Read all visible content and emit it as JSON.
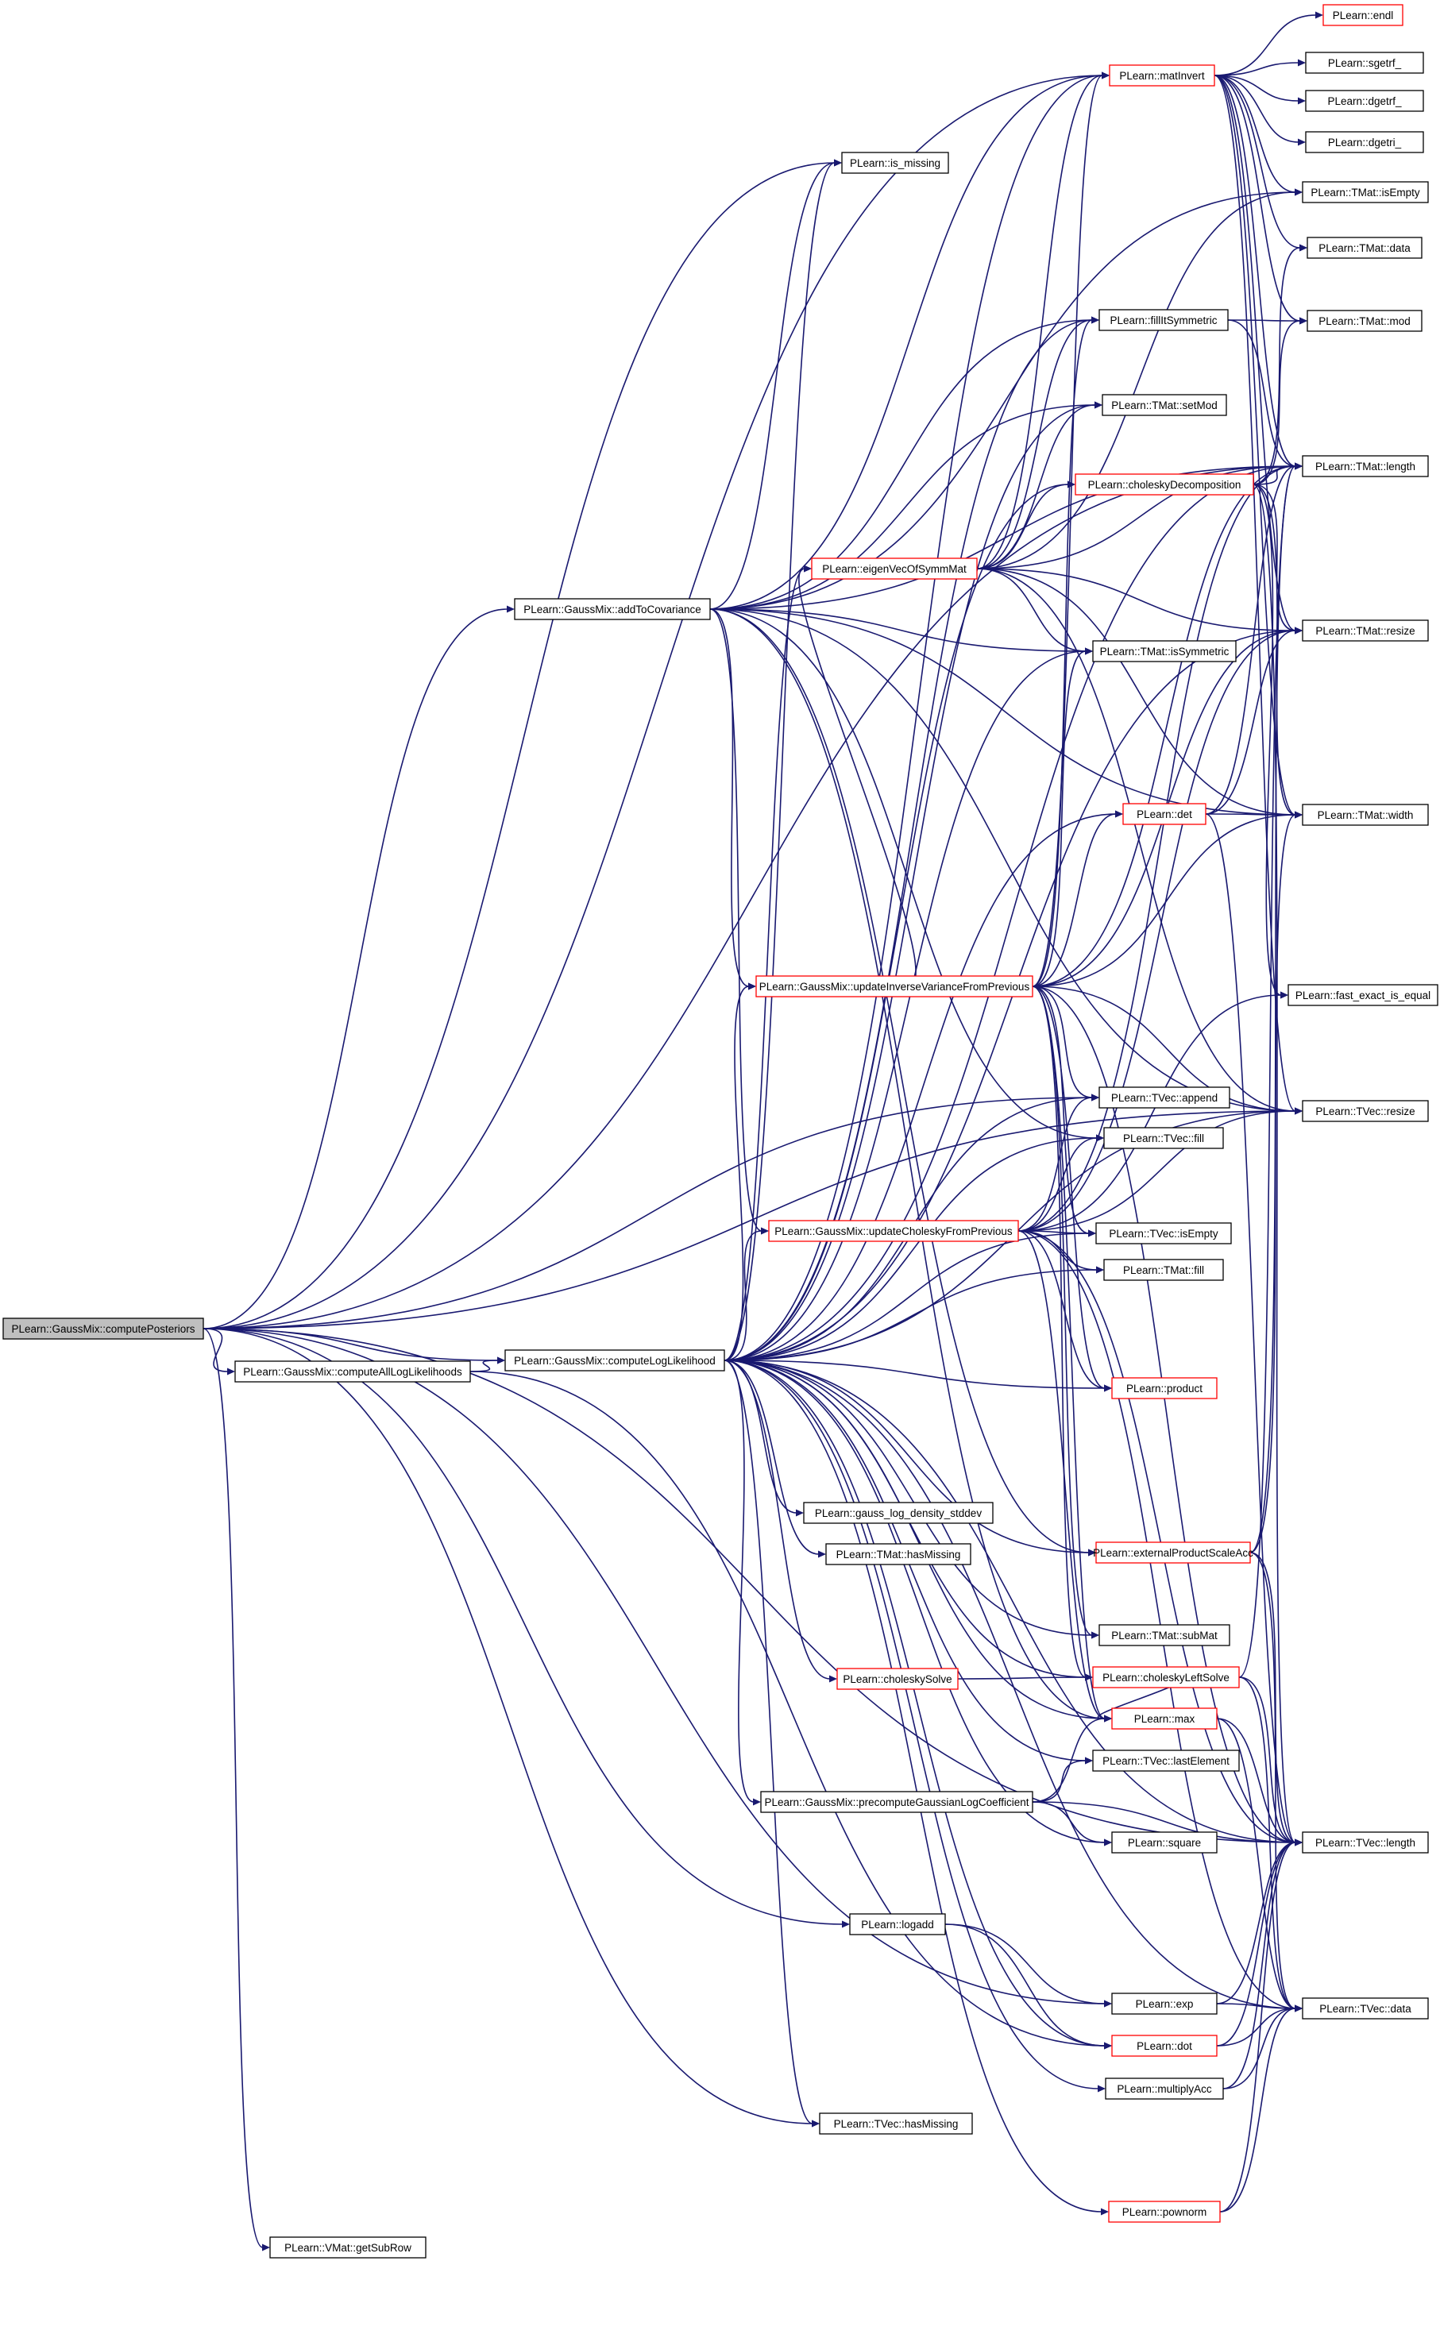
{
  "graph": {
    "root": "n_root",
    "colors": {
      "edge": "#191970",
      "border_normal": "#000000",
      "border_red": "#ff0000",
      "root_fill": "#bfbfbf"
    },
    "nodes": [
      {
        "id": "n_root",
        "label": "PLearn::GaussMix::computePosteriors",
        "style": "root"
      },
      {
        "id": "n_addcov",
        "label": "PLearn::GaussMix::addToCovariance",
        "style": "normal"
      },
      {
        "id": "n_allll",
        "label": "PLearn::GaussMix::computeAllLogLikelihoods",
        "style": "normal"
      },
      {
        "id": "n_loglik",
        "label": "PLearn::GaussMix::computeLogLikelihood",
        "style": "normal"
      },
      {
        "id": "n_endl",
        "label": "PLearn::endl",
        "style": "red"
      },
      {
        "id": "n_matinv",
        "label": "PLearn::matInvert",
        "style": "red"
      },
      {
        "id": "n_sgetrf",
        "label": "PLearn::sgetrf_",
        "style": "normal"
      },
      {
        "id": "n_dgetrf",
        "label": "PLearn::dgetrf_",
        "style": "normal"
      },
      {
        "id": "n_dgetri",
        "label": "PLearn::dgetri_",
        "style": "normal"
      },
      {
        "id": "n_ismissing",
        "label": "PLearn::is_missing",
        "style": "normal"
      },
      {
        "id": "n_tmisempty",
        "label": "PLearn::TMat::isEmpty",
        "style": "normal"
      },
      {
        "id": "n_tmdata",
        "label": "PLearn::TMat::data",
        "style": "normal"
      },
      {
        "id": "n_fillsym",
        "label": "PLearn::fillItSymmetric",
        "style": "normal"
      },
      {
        "id": "n_tmmod",
        "label": "PLearn::TMat::mod",
        "style": "normal"
      },
      {
        "id": "n_setmod",
        "label": "PLearn::TMat::setMod",
        "style": "normal"
      },
      {
        "id": "n_chold",
        "label": "PLearn::choleskyDecomposition",
        "style": "red"
      },
      {
        "id": "n_tmlen",
        "label": "PLearn::TMat::length",
        "style": "normal"
      },
      {
        "id": "n_eigen",
        "label": "PLearn::eigenVecOfSymmMat",
        "style": "red"
      },
      {
        "id": "n_tmresize",
        "label": "PLearn::TMat::resize",
        "style": "normal"
      },
      {
        "id": "n_issym",
        "label": "PLearn::TMat::isSymmetric",
        "style": "normal"
      },
      {
        "id": "n_det",
        "label": "PLearn::det",
        "style": "red"
      },
      {
        "id": "n_tmwidth",
        "label": "PLearn::TMat::width",
        "style": "normal"
      },
      {
        "id": "n_updinv",
        "label": "PLearn::GaussMix::updateInverseVarianceFromPrevious",
        "style": "red"
      },
      {
        "id": "n_fasteq",
        "label": "PLearn::fast_exact_is_equal",
        "style": "normal"
      },
      {
        "id": "n_append",
        "label": "PLearn::TVec::append",
        "style": "normal"
      },
      {
        "id": "n_tvresize",
        "label": "PLearn::TVec::resize",
        "style": "normal"
      },
      {
        "id": "n_tvfill",
        "label": "PLearn::TVec::fill",
        "style": "normal"
      },
      {
        "id": "n_updchol",
        "label": "PLearn::GaussMix::updateCholeskyFromPrevious",
        "style": "red"
      },
      {
        "id": "n_tvisempty",
        "label": "PLearn::TVec::isEmpty",
        "style": "normal"
      },
      {
        "id": "n_tmfill",
        "label": "PLearn::TMat::fill",
        "style": "normal"
      },
      {
        "id": "n_product",
        "label": "PLearn::product",
        "style": "red"
      },
      {
        "id": "n_gauss",
        "label": "PLearn::gauss_log_density_stddev",
        "style": "normal"
      },
      {
        "id": "n_hasmissm",
        "label": "PLearn::TMat::hasMissing",
        "style": "normal"
      },
      {
        "id": "n_extprod",
        "label": "PLearn::externalProductScaleAcc",
        "style": "red"
      },
      {
        "id": "n_submat",
        "label": "PLearn::TMat::subMat",
        "style": "normal"
      },
      {
        "id": "n_cholsolve",
        "label": "PLearn::choleskySolve",
        "style": "red"
      },
      {
        "id": "n_chollsolve",
        "label": "PLearn::choleskyLeftSolve",
        "style": "red"
      },
      {
        "id": "n_max",
        "label": "PLearn::max",
        "style": "red"
      },
      {
        "id": "n_lastel",
        "label": "PLearn::TVec::lastElement",
        "style": "normal"
      },
      {
        "id": "n_precomp",
        "label": "PLearn::GaussMix::precomputeGaussianLogCoefficient",
        "style": "normal"
      },
      {
        "id": "n_square",
        "label": "PLearn::square",
        "style": "normal"
      },
      {
        "id": "n_tvlen",
        "label": "PLearn::TVec::length",
        "style": "normal"
      },
      {
        "id": "n_logadd",
        "label": "PLearn::logadd",
        "style": "normal"
      },
      {
        "id": "n_exp",
        "label": "PLearn::exp",
        "style": "normal"
      },
      {
        "id": "n_tvdata",
        "label": "PLearn::TVec::data",
        "style": "normal"
      },
      {
        "id": "n_dot",
        "label": "PLearn::dot",
        "style": "red"
      },
      {
        "id": "n_multacc",
        "label": "PLearn::multiplyAcc",
        "style": "normal"
      },
      {
        "id": "n_hasmissv",
        "label": "PLearn::TVec::hasMissing",
        "style": "normal"
      },
      {
        "id": "n_pownorm",
        "label": "PLearn::pownorm",
        "style": "red"
      },
      {
        "id": "n_getsubrow",
        "label": "PLearn::VMat::getSubRow",
        "style": "normal"
      }
    ],
    "edges": [
      [
        "n_root",
        "n_addcov"
      ],
      [
        "n_root",
        "n_allll"
      ],
      [
        "n_root",
        "n_loglik"
      ],
      [
        "n_root",
        "n_matinv"
      ],
      [
        "n_root",
        "n_ismissing"
      ],
      [
        "n_root",
        "n_tmlen"
      ],
      [
        "n_root",
        "n_append"
      ],
      [
        "n_root",
        "n_tvresize"
      ],
      [
        "n_root",
        "n_exp"
      ],
      [
        "n_root",
        "n_logadd"
      ],
      [
        "n_root",
        "n_tvlen"
      ],
      [
        "n_root",
        "n_hasmissv"
      ],
      [
        "n_root",
        "n_getsubrow"
      ],
      [
        "n_allll",
        "n_loglik"
      ],
      [
        "n_allll",
        "n_dot"
      ],
      [
        "n_addcov",
        "n_ismissing"
      ],
      [
        "n_addcov",
        "n_matinv"
      ],
      [
        "n_addcov",
        "n_tmisempty"
      ],
      [
        "n_addcov",
        "n_fillsym"
      ],
      [
        "n_addcov",
        "n_setmod"
      ],
      [
        "n_addcov",
        "n_tmlen"
      ],
      [
        "n_addcov",
        "n_issym"
      ],
      [
        "n_addcov",
        "n_tmwidth"
      ],
      [
        "n_addcov",
        "n_updinv"
      ],
      [
        "n_addcov",
        "n_tvresize"
      ],
      [
        "n_addcov",
        "n_extprod"
      ],
      [
        "n_addcov",
        "n_tvfill"
      ],
      [
        "n_addcov",
        "n_updchol"
      ],
      [
        "n_addcov",
        "n_max"
      ],
      [
        "n_loglik",
        "n_matinv"
      ],
      [
        "n_loglik",
        "n_ismissing"
      ],
      [
        "n_loglik",
        "n_fillsym"
      ],
      [
        "n_loglik",
        "n_setmod"
      ],
      [
        "n_loglik",
        "n_chold"
      ],
      [
        "n_loglik",
        "n_eigen"
      ],
      [
        "n_loglik",
        "n_issym"
      ],
      [
        "n_loglik",
        "n_tmresize"
      ],
      [
        "n_loglik",
        "n_det"
      ],
      [
        "n_loglik",
        "n_updinv"
      ],
      [
        "n_loglik",
        "n_append"
      ],
      [
        "n_loglik",
        "n_tvfill"
      ],
      [
        "n_loglik",
        "n_updchol"
      ],
      [
        "n_loglik",
        "n_tvisempty"
      ],
      [
        "n_loglik",
        "n_tmfill"
      ],
      [
        "n_loglik",
        "n_product"
      ],
      [
        "n_loglik",
        "n_gauss"
      ],
      [
        "n_loglik",
        "n_hasmissm"
      ],
      [
        "n_loglik",
        "n_extprod"
      ],
      [
        "n_loglik",
        "n_submat"
      ],
      [
        "n_loglik",
        "n_cholsolve"
      ],
      [
        "n_loglik",
        "n_chollsolve"
      ],
      [
        "n_loglik",
        "n_max"
      ],
      [
        "n_loglik",
        "n_lastel"
      ],
      [
        "n_loglik",
        "n_precomp"
      ],
      [
        "n_loglik",
        "n_square"
      ],
      [
        "n_loglik",
        "n_tvlen"
      ],
      [
        "n_loglik",
        "n_tvdata"
      ],
      [
        "n_loglik",
        "n_dot"
      ],
      [
        "n_loglik",
        "n_multacc"
      ],
      [
        "n_loglik",
        "n_hasmissv"
      ],
      [
        "n_loglik",
        "n_pownorm"
      ],
      [
        "n_loglik",
        "n_tvresize"
      ],
      [
        "n_loglik",
        "n_tmlen"
      ],
      [
        "n_matinv",
        "n_endl"
      ],
      [
        "n_matinv",
        "n_sgetrf"
      ],
      [
        "n_matinv",
        "n_dgetrf"
      ],
      [
        "n_matinv",
        "n_dgetri"
      ],
      [
        "n_matinv",
        "n_tmisempty"
      ],
      [
        "n_matinv",
        "n_tmdata"
      ],
      [
        "n_matinv",
        "n_tmmod"
      ],
      [
        "n_matinv",
        "n_tmlen"
      ],
      [
        "n_matinv",
        "n_tmresize"
      ],
      [
        "n_matinv",
        "n_tmwidth"
      ],
      [
        "n_matinv",
        "n_tvresize"
      ],
      [
        "n_fillsym",
        "n_tmmod"
      ],
      [
        "n_fillsym",
        "n_tmlen"
      ],
      [
        "n_chold",
        "n_tmlen"
      ],
      [
        "n_chold",
        "n_tmresize"
      ],
      [
        "n_chold",
        "n_tmwidth"
      ],
      [
        "n_chold",
        "n_tmdata"
      ],
      [
        "n_chold",
        "n_tmmod"
      ],
      [
        "n_chold",
        "n_fasteq"
      ],
      [
        "n_chold",
        "n_tvlen"
      ],
      [
        "n_eigen",
        "n_matinv"
      ],
      [
        "n_eigen",
        "n_fillsym"
      ],
      [
        "n_eigen",
        "n_issym"
      ],
      [
        "n_eigen",
        "n_tmlen"
      ],
      [
        "n_eigen",
        "n_tmresize"
      ],
      [
        "n_eigen",
        "n_tmwidth"
      ],
      [
        "n_eigen",
        "n_tvresize"
      ],
      [
        "n_eigen",
        "n_tmisempty"
      ],
      [
        "n_eigen",
        "n_setmod"
      ],
      [
        "n_eigen",
        "n_chold"
      ],
      [
        "n_det",
        "n_tmlen"
      ],
      [
        "n_det",
        "n_tmwidth"
      ],
      [
        "n_det",
        "n_tmresize"
      ],
      [
        "n_det",
        "n_tvlen"
      ],
      [
        "n_updinv",
        "n_det"
      ],
      [
        "n_updinv",
        "n_tmresize"
      ],
      [
        "n_updinv",
        "n_tmwidth"
      ],
      [
        "n_updinv",
        "n_tvresize"
      ],
      [
        "n_updinv",
        "n_append"
      ],
      [
        "n_updinv",
        "n_tvisempty"
      ],
      [
        "n_updinv",
        "n_product"
      ],
      [
        "n_updinv",
        "n_submat"
      ],
      [
        "n_updinv",
        "n_max"
      ],
      [
        "n_updinv",
        "n_tvlen"
      ],
      [
        "n_updinv",
        "n_fillsym"
      ],
      [
        "n_updinv",
        "n_matinv"
      ],
      [
        "n_updinv",
        "n_eigen"
      ],
      [
        "n_updinv",
        "n_issym"
      ],
      [
        "n_updinv",
        "n_chollsolve"
      ],
      [
        "n_updinv",
        "n_tmlen"
      ],
      [
        "n_updchol",
        "n_append"
      ],
      [
        "n_updchol",
        "n_tvfill"
      ],
      [
        "n_updchol",
        "n_tvisempty"
      ],
      [
        "n_updchol",
        "n_tmfill"
      ],
      [
        "n_updchol",
        "n_tvresize"
      ],
      [
        "n_updchol",
        "n_tmlen"
      ],
      [
        "n_updchol",
        "n_tmresize"
      ],
      [
        "n_updchol",
        "n_max"
      ],
      [
        "n_updchol",
        "n_tvlen"
      ],
      [
        "n_updchol",
        "n_product"
      ],
      [
        "n_updchol",
        "n_tvdata"
      ],
      [
        "n_updchol",
        "n_fasteq"
      ],
      [
        "n_extprod",
        "n_tmlen"
      ],
      [
        "n_extprod",
        "n_tmwidth"
      ],
      [
        "n_extprod",
        "n_tvlen"
      ],
      [
        "n_extprod",
        "n_tvdata"
      ],
      [
        "n_cholsolve",
        "n_chollsolve"
      ],
      [
        "n_chollsolve",
        "n_tmlen"
      ],
      [
        "n_chollsolve",
        "n_tvlen"
      ],
      [
        "n_chollsolve",
        "n_tvdata"
      ],
      [
        "n_chollsolve",
        "n_max"
      ],
      [
        "n_max",
        "n_tvlen"
      ],
      [
        "n_max",
        "n_tvdata"
      ],
      [
        "n_precomp",
        "n_max"
      ],
      [
        "n_precomp",
        "n_lastel"
      ],
      [
        "n_precomp",
        "n_square"
      ],
      [
        "n_precomp",
        "n_tvlen"
      ],
      [
        "n_logadd",
        "n_exp"
      ],
      [
        "n_logadd",
        "n_dot"
      ],
      [
        "n_exp",
        "n_tvdata"
      ],
      [
        "n_exp",
        "n_tvlen"
      ],
      [
        "n_dot",
        "n_tvlen"
      ],
      [
        "n_dot",
        "n_tvdata"
      ],
      [
        "n_multacc",
        "n_tvlen"
      ],
      [
        "n_multacc",
        "n_tvdata"
      ],
      [
        "n_pownorm",
        "n_tvlen"
      ],
      [
        "n_pownorm",
        "n_tvdata"
      ]
    ]
  }
}
